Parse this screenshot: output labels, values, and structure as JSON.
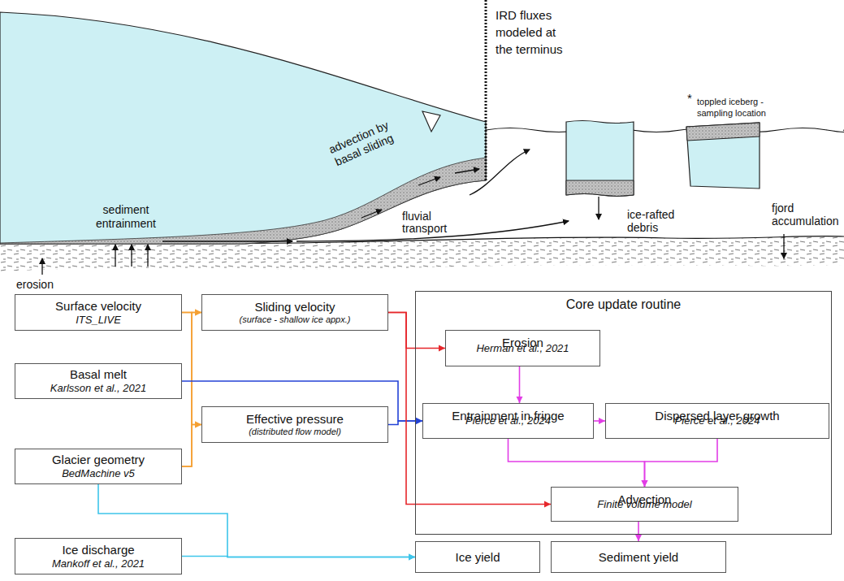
{
  "diagram": {
    "nodes": [
      {
        "text": [
          "Surface velocity",
          "ITS_LIVE"
        ]
      },
      {
        "text": [
          "Basal melt",
          "Karlsson et al., 2021"
        ]
      },
      {
        "text": [
          "Glacier geometry",
          "BedMachine v5"
        ]
      },
      {
        "text": [
          "Sliding velocity",
          "(surface - shallow ice appx.)"
        ]
      },
      {
        "text": [
          "Effective pressure",
          "(distributed flow model)"
        ]
      },
      {
        "text": [
          "Core update routine"
        ]
      },
      {
        "text": [
          "Erosion",
          "Herman et al., 2021"
        ],
        "in": 5
      },
      {
        "text": [
          "Entrainment in fringe",
          "Pierce et al., 2024"
        ],
        "in": 5
      },
      {
        "text": [
          "Dispersed layer growth",
          "Pierce et al., 2024"
        ],
        "in": 5
      },
      {
        "text": [
          "Advection",
          "Finite volume model"
        ],
        "in": 5
      },
      {
        "text": [
          "Ice discharge",
          "Mankoff et al., 2021"
        ]
      },
      {
        "text": [
          "Ice yield"
        ]
      },
      {
        "text": [
          "Sediment yield"
        ]
      }
    ],
    "edges": [
      {
        "from": 0,
        "to": 3,
        "arrow": "to"
      },
      {
        "from": 0,
        "to": 4,
        "arrow": "to"
      },
      {
        "from": 2,
        "to": 3,
        "arrow": "to"
      },
      {
        "from": 2,
        "to": 4,
        "arrow": "to"
      },
      {
        "from": 1,
        "to": 7,
        "arrow": "to"
      },
      {
        "from": 4,
        "to": 7,
        "arrow": "to"
      },
      {
        "from": 3,
        "to": 6,
        "arrow": "to"
      },
      {
        "from": 3,
        "to": 9,
        "arrow": "to"
      },
      {
        "from": 6,
        "to": 7,
        "arrow": "to"
      },
      {
        "from": 7,
        "to": 8,
        "arrow": "to"
      },
      {
        "from": 7,
        "to": 9,
        "arrow": "to"
      },
      {
        "from": 8,
        "to": 9,
        "arrow": "to"
      },
      {
        "from": 9,
        "to": 12,
        "arrow": "to"
      },
      {
        "from": 2,
        "to": 11,
        "arrow": "to"
      },
      {
        "from": 10,
        "to": 11,
        "arrow": "to"
      }
    ],
    "labels": [
      "IRD fluxes modeled at the terminus",
      "*",
      "toppled iceberg - sampling location",
      "sediment entrainment",
      "advection by basal sliding",
      "fluvial transport",
      "ice-rafted debris",
      "fjord accumulation",
      "erosion"
    ]
  }
}
